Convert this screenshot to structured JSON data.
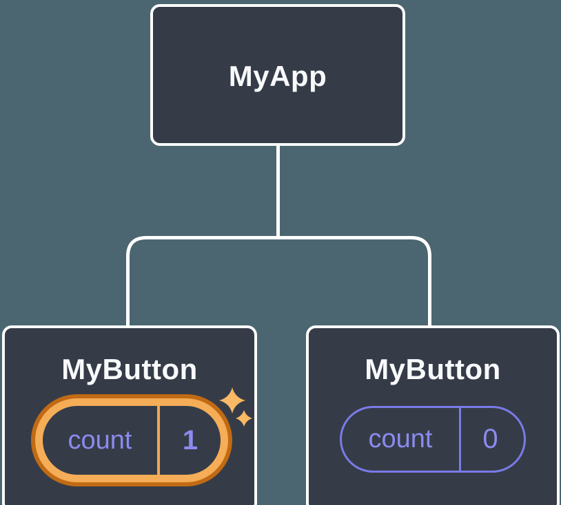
{
  "diagram": {
    "background_color": "#4b6671",
    "node_fill_color": "#353c48",
    "node_border_color": "#ffffff",
    "connector_color": "#ffffff",
    "heading_text_color": "#f8f9fb",
    "state_text_color": "#8b8bef",
    "root": {
      "label": "MyApp"
    },
    "children": [
      {
        "label": "MyButton",
        "state_pill": {
          "key": "count",
          "value": "1"
        },
        "highlighted": true,
        "highlight_outer_color": "#c16a14",
        "highlight_inner_color": "#f5ad57",
        "sparkle_color": "#f9b965",
        "icon": "sparkles-icon"
      },
      {
        "label": "MyButton",
        "state_pill": {
          "key": "count",
          "value": "0"
        },
        "highlighted": false,
        "pill_border_color": "#7b7be8"
      }
    ]
  }
}
